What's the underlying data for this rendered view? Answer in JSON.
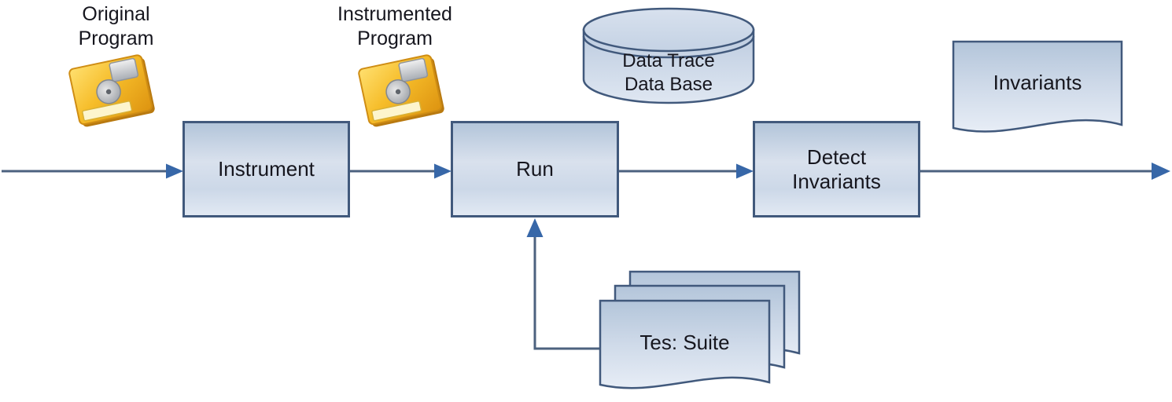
{
  "colors": {
    "background": "#ffffff",
    "shape_border": "#41597c",
    "shape_fill_top": "#b3c5da",
    "shape_fill_bottom": "#e2e9f3",
    "connector_line": "#4c627f",
    "arrowhead": "#3767a8",
    "text": "#16161e",
    "floppy_yellow": "#f2b71e"
  },
  "artifacts": {
    "original_program": {
      "line1": "Original",
      "line2": "Program",
      "icon": "floppy-disk"
    },
    "instrumented_program": {
      "line1": "Instrumented",
      "line2": "Program",
      "icon": "floppy-disk"
    },
    "data_trace_database": {
      "line1": "Data Trace",
      "line2": "Data Base",
      "shape": "database-cylinder"
    },
    "invariants_output": {
      "label": "Invariants",
      "shape": "document"
    },
    "test_suite": {
      "label": "Tes: Suite",
      "shape": "document-stack"
    }
  },
  "processes": {
    "instrument": {
      "label": "Instrument"
    },
    "run": {
      "label": "Run"
    },
    "detect_invariants": {
      "line1": "Detect",
      "line2": "Invariants"
    }
  }
}
